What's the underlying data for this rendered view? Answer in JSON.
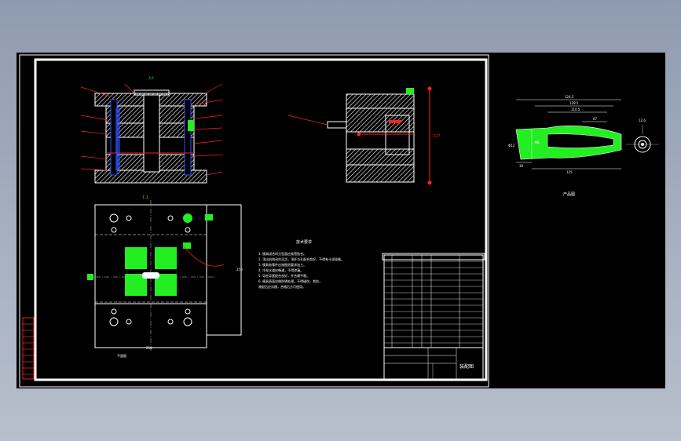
{
  "drawing": {
    "plan_view_label": "平面图",
    "part_view_label": "产品图",
    "dim_width_plan": "250",
    "dim_height_plan": "250",
    "dim_section_height": "227",
    "tech_req_title": "技术要求",
    "tech_req_lines": [
      "1. 模具闭合时分型面应紧密贴合。",
      "2. 顶出机构动作灵活，顶杆与孔配合良好，不得有卡滞现象。",
      "3. 模具各零件应按图纸要求加工。",
      "4. 冷却水道应畅通，不得渗漏。",
      "5. 导柱导套配合良好，开合模平稳。",
      "6. 模具表面应做防锈处理，不得碰伤、划伤，",
      "   装配后应试模，合格后方可使用。"
    ],
    "part_dims": [
      "124.5",
      "118.5",
      "110.5",
      "67",
      "Φ12",
      "12.6",
      "30",
      "125",
      "Φ8"
    ],
    "title_block_name": "装配图"
  },
  "colors": {
    "bg_black": "#000000",
    "line_white": "#ffffff",
    "accent_green": "#22ee22",
    "dim_red": "#ff2020",
    "blue": "#3050ff"
  }
}
